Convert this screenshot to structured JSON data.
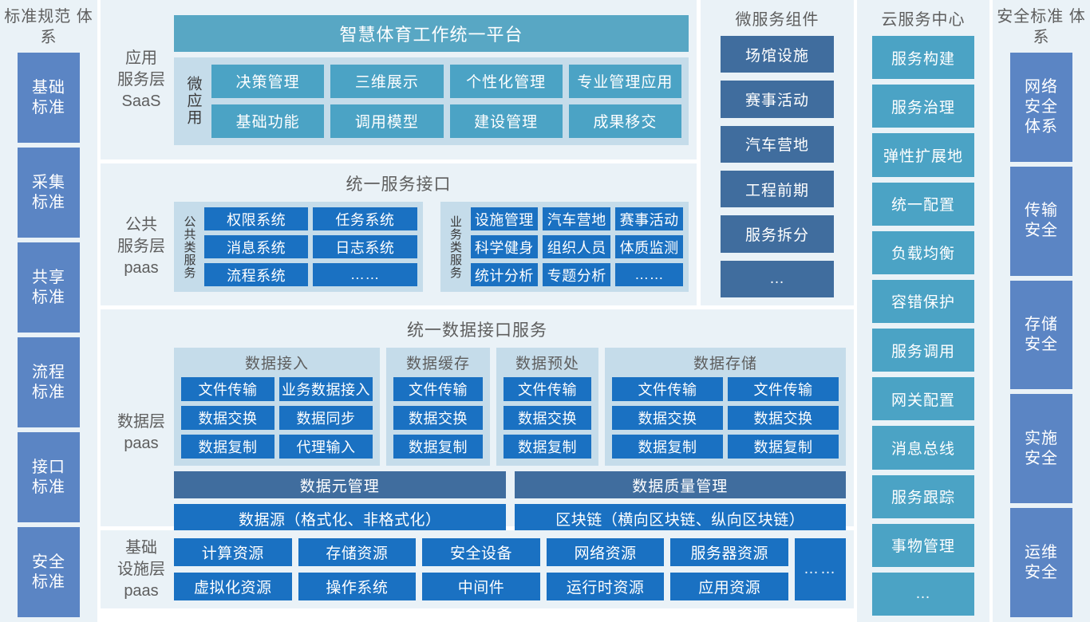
{
  "left_sidebar": {
    "title": "标准规范\n体系",
    "items": [
      {
        "label": "基础\n标准"
      },
      {
        "label": "采集\n标准"
      },
      {
        "label": "共享\n标准"
      },
      {
        "label": "流程\n标准"
      },
      {
        "label": "接口\n标准"
      },
      {
        "label": "安全\n标准"
      }
    ]
  },
  "right_sidebar": {
    "title": "安全标准\n体系",
    "items": [
      {
        "label": "网络\n安全\n体系"
      },
      {
        "label": "传输\n安全"
      },
      {
        "label": "存储\n安全"
      },
      {
        "label": "实施\n安全"
      },
      {
        "label": "运维\n安全"
      }
    ]
  },
  "app_layer": {
    "label": "应用\n服务层\nSaaS",
    "platform_title": "智慧体育工作统一平台",
    "group_label": "微应用",
    "apps": [
      "决策管理",
      "三维展示",
      "个性化管理",
      "专业管理应用",
      "基础功能",
      "调用模型",
      "建设管理",
      "成果移交"
    ]
  },
  "public_layer": {
    "label": "公共\n服务层\npaas",
    "section_title": "统一服务接口",
    "group_common": {
      "vlabel": "公共类服务",
      "items": [
        "权限系统",
        "任务系统",
        "消息系统",
        "日志系统",
        "流程系统",
        "……"
      ]
    },
    "group_business": {
      "vlabel": "业务类服务",
      "items": [
        "设施管理",
        "汽车营地",
        "赛事活动",
        "科学健身",
        "组织人员",
        "体质监测",
        "统计分析",
        "专题分析",
        "……"
      ]
    }
  },
  "microservice_column": {
    "title": "微服务组件",
    "items": [
      "场馆设施",
      "赛事活动",
      "汽车营地",
      "工程前期",
      "服务拆分",
      "…"
    ]
  },
  "cloud_column": {
    "title": "云服务中心",
    "items": [
      "服务构建",
      "服务治理",
      "弹性扩展地",
      "统一配置",
      "负载均衡",
      "容错保护",
      "服务调用",
      "网关配置",
      "消息总线",
      "服务跟踪",
      "事物管理",
      "…"
    ]
  },
  "data_layer": {
    "label": "数据层\npaas",
    "section_title": "统一数据接口服务",
    "groups": [
      {
        "title": "数据接入",
        "cols": 2,
        "items": [
          "文件传输",
          "业务数据接入",
          "数据交换",
          "数据同步",
          "数据复制",
          "代理输入"
        ]
      },
      {
        "title": "数据缓存",
        "cols": 1,
        "items": [
          "文件传输",
          "数据交换",
          "数据复制"
        ]
      },
      {
        "title": "数据预处",
        "cols": 1,
        "items": [
          "文件传输",
          "数据交换",
          "数据复制"
        ]
      },
      {
        "title": "数据存储",
        "cols": 2,
        "items": [
          "文件传输",
          "文件传输",
          "数据交换",
          "数据交换",
          "数据复制",
          "数据复制"
        ]
      }
    ],
    "management": [
      "数据元管理",
      "数据质量管理"
    ],
    "sources": [
      "数据源（格式化、非格式化）",
      "区块链（横向区块链、纵向区块链）"
    ]
  },
  "infra_layer": {
    "label": "基础\n设施层\npaas",
    "items": [
      "计算资源",
      "存储资源",
      "安全设备",
      "网络资源",
      "服务器资源",
      "虚拟化资源",
      "操作系统",
      "中间件",
      "运行时资源",
      "应用资源"
    ],
    "more": "……"
  },
  "colors": {
    "teal": "#4ba3c5",
    "teal_header": "#58a7c4",
    "blue": "#1a71c2",
    "navy": "#406d9e",
    "sidebar_blue": "#5b85c4",
    "panel_bg": "#eaf2f7",
    "inner_bg": "#c5dcea",
    "text_gray": "#5e5e5e"
  }
}
